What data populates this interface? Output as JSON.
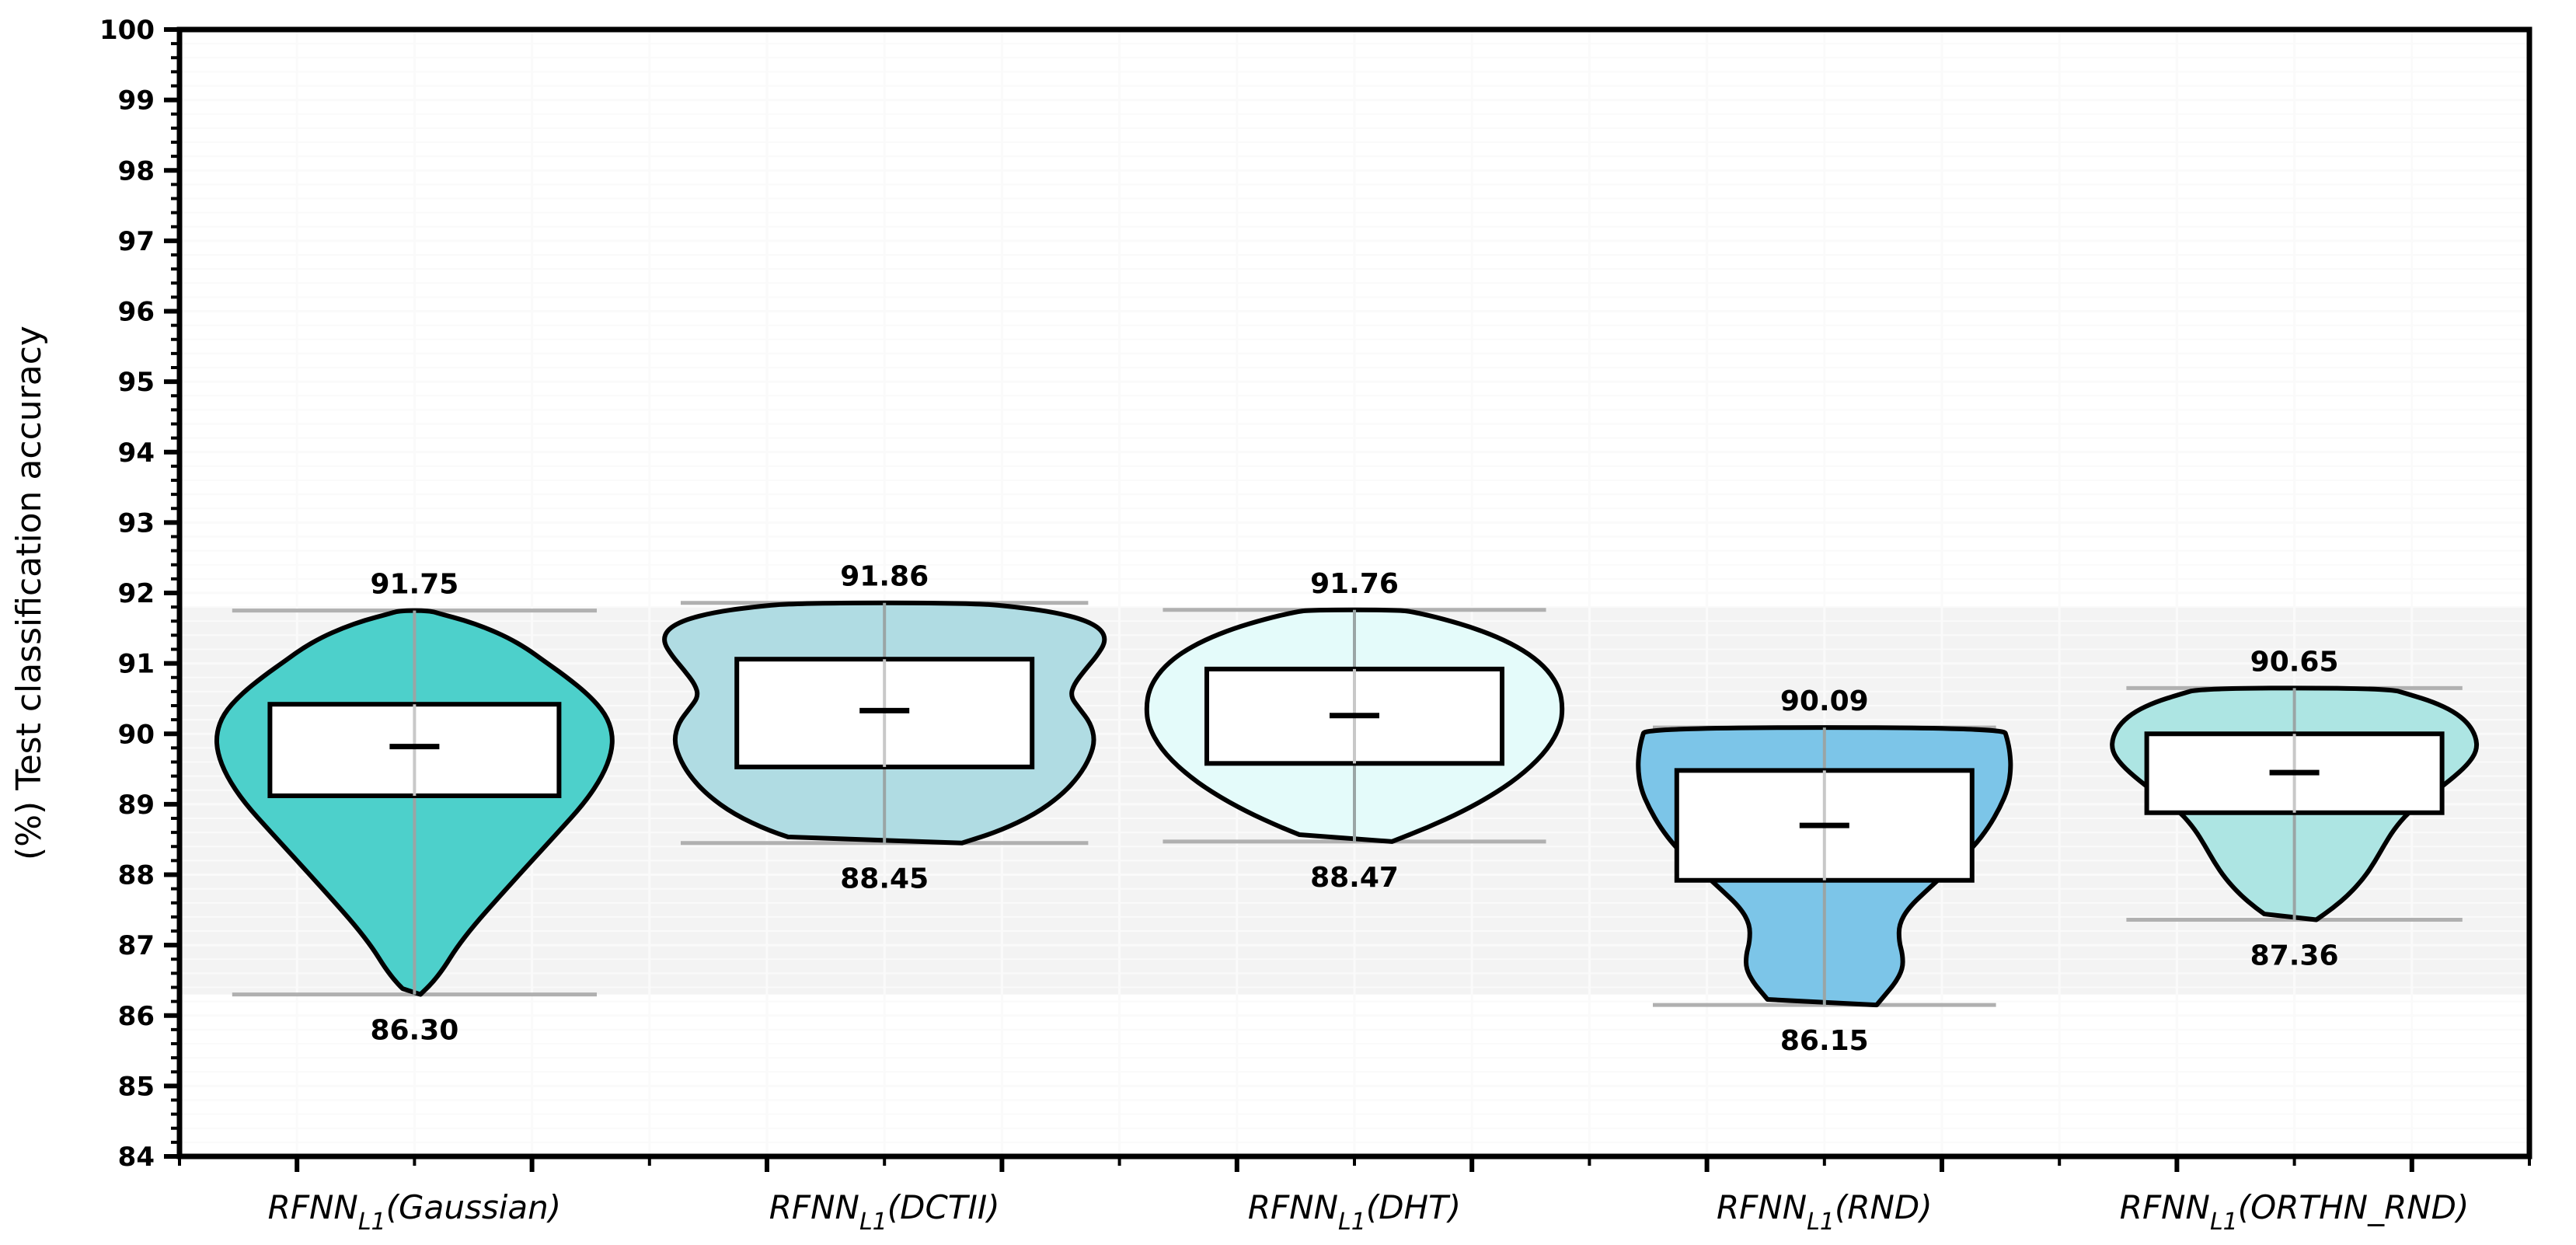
{
  "chart_data": {
    "type": "violin",
    "title": "",
    "xlabel": "",
    "ylabel": "(%) Test classification accuracy",
    "ylim": [
      84,
      100
    ],
    "yticks": [
      84,
      85,
      86,
      87,
      88,
      89,
      90,
      91,
      92,
      93,
      94,
      95,
      96,
      97,
      98,
      99,
      100
    ],
    "ytick_labels": [
      "84",
      "85",
      "86",
      "87",
      "88",
      "89",
      "90",
      "91",
      "92",
      "93",
      "94",
      "95",
      "96",
      "97",
      "98",
      "99",
      "100"
    ],
    "grid": true,
    "legend": "none",
    "shaded_band": {
      "from": 86.3,
      "to": 91.8,
      "color": "#f3f3f3"
    },
    "categories": [
      "RFNN_L1(Gaussian)",
      "RFNN_L1(DCTII)",
      "RFNN_L1(DHT)",
      "RFNN_L1(RND)",
      "RFNN_L1(ORTHN_RND)"
    ],
    "category_parts": [
      {
        "pre": "RFNN",
        "sub": "L1",
        "post": "(Gaussian)"
      },
      {
        "pre": "RFNN",
        "sub": "L1",
        "post": "(DCTII)"
      },
      {
        "pre": "RFNN",
        "sub": "L1",
        "post": "(DHT)"
      },
      {
        "pre": "RFNN",
        "sub": "L1",
        "post": "(RND)"
      },
      {
        "pre": "RFNN",
        "sub": "L1",
        "post": "(ORTHN_RND)"
      }
    ],
    "series": [
      {
        "name": "RFNN_L1(Gaussian)",
        "color": "#4dd0cb",
        "max": 91.75,
        "min": 86.3,
        "max_label": "91.75",
        "min_label": "86.30",
        "q1": 89.12,
        "q3": 90.42,
        "median": 89.82
      },
      {
        "name": "RFNN_L1(DCTII)",
        "color": "#b0dce3",
        "max": 91.86,
        "min": 88.45,
        "max_label": "91.86",
        "min_label": "88.45",
        "q1": 89.53,
        "q3": 91.06,
        "median": 90.33
      },
      {
        "name": "RFNN_L1(DHT)",
        "color": "#e4fbfa",
        "max": 91.76,
        "min": 88.47,
        "max_label": "91.76",
        "min_label": "88.47",
        "q1": 89.58,
        "q3": 90.92,
        "median": 90.26
      },
      {
        "name": "RFNN_L1(RND)",
        "color": "#7cc5e8",
        "max": 90.09,
        "min": 86.15,
        "max_label": "90.09",
        "min_label": "86.15",
        "q1": 87.92,
        "q3": 89.48,
        "median": 88.7
      },
      {
        "name": "RFNN_L1(ORTHN_RND)",
        "color": "#ade5e3",
        "max": 90.65,
        "min": 87.36,
        "max_label": "90.65",
        "min_label": "87.36",
        "q1": 88.88,
        "q3": 90.0,
        "median": 89.45
      }
    ]
  },
  "axes": {
    "spine_color": "#000000",
    "grid_color": "#fafafa",
    "whisker_color": "#b0b0b0",
    "box_fill": "#ffffff",
    "box_edge": "#000000",
    "violin_edge": "#000000"
  }
}
